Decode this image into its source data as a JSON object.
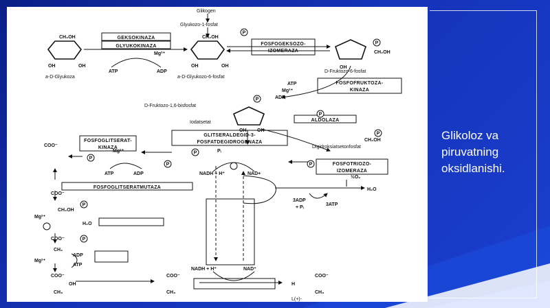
{
  "slide": {
    "caption_line1": "Glikoloz va",
    "caption_line2": "piruvatning",
    "caption_line3": "oksidlanishi."
  },
  "diagram": {
    "glikogen": "Glikogen",
    "g1p": "Glyukozo-1-fosfat",
    "glyukoza": "a-D-Glyukoza",
    "g6p": "a-D-Glyukozo-6-fosfat",
    "f6p": "D-Fruktozo-6-fosfat",
    "f16bp": "D-Fruktozo-1,6-bisfosfat",
    "enzymes": {
      "geksokinaza": "GEKSOKINAZA",
      "glyukokinaza": "GLYUKOKINAZA",
      "fosfogeksozo_1": "FOSFOGEKSOZO-",
      "fosfogeksozo_2": "IZOMERAZA",
      "fosfofruktoza_1": "FOSFOFRUKTOZA-",
      "fosfofruktoza_2": "KINAZA",
      "aldolaza": "ALDOLAZA",
      "gapdh_1": "GLITSERALDEGID-3-",
      "gapdh_2": "FOSFATDEGIDROGENAZA",
      "pgk_1": "FOSFOGLITSERAT-",
      "pgk_2": "KINAZA",
      "tpi_1": "FOSFOTRIOZO-",
      "tpi_2": "IZOMERAZA",
      "pgm": "FOSFOGLITSERATMUTAZA"
    },
    "atp": "ATP",
    "adp": "ADP",
    "mg": "Mg²⁺",
    "nadh_h": "NADH + H⁺",
    "nad": "NAD+",
    "nadh_h2": "NADH + H⁺",
    "nad2": "NAD⁺",
    "pi": "Pᵢ",
    "yodatsetat": "Iodatsetat",
    "dhap": "Digidroksiatsetonfosfat",
    "o2": "½O₂",
    "h2o": "H₂O",
    "h2o_2": "H₂O",
    "adp3": "3ADP",
    "pi3": "+ Pᵢ",
    "atp3": "3ATP",
    "l_lactate": "L(+)-",
    "p": "P",
    "ch2oh": "CH₂OH",
    "coo": "COO⁻",
    "ch2": "CH₂",
    "ch3": "CH₃",
    "oh": "OH",
    "h": "H"
  }
}
